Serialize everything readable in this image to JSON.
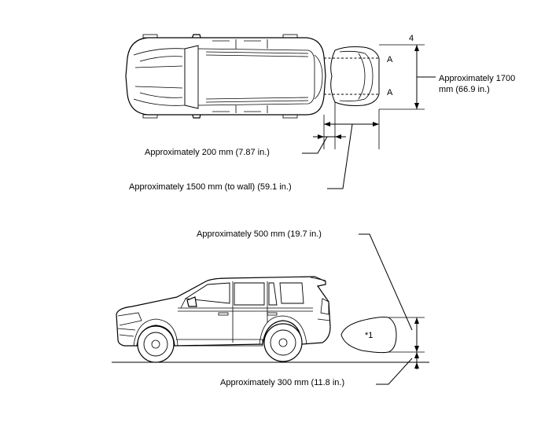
{
  "labels": {
    "figure_number": "4",
    "zone_a_upper": "A",
    "zone_a_lower": "A",
    "width_label_line1": "Approximately 1700",
    "width_label_line2": "mm (66.9 in.)",
    "offset_label": "Approximately 200 mm (7.87 in.)",
    "distance_label": "Approximately 1500 mm (to wall) (59.1 in.)",
    "height_upper_label": "Approximately 500 mm (19.7 in.)",
    "height_lower_label": "Approximately 300 mm (11.8 in.)",
    "detection_area": "*1"
  }
}
